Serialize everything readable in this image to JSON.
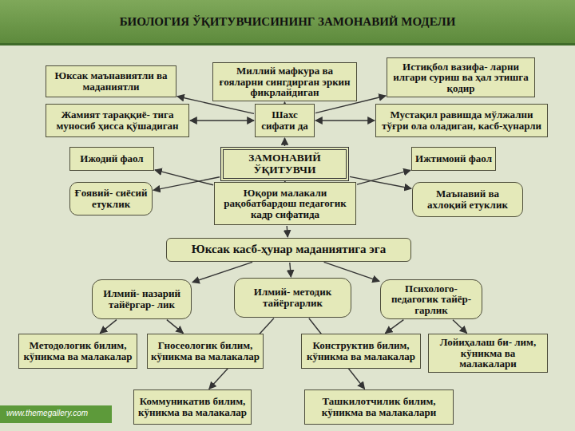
{
  "diagram": {
    "title": "БИОЛОГИЯ ЎҚИТУВЧИСИНИНГ ЗАМОНАВИЙ МОДЕЛИ",
    "nodes": [
      {
        "text": [
          "Юксак маънавиятли ва маданиятли"
        ]
      },
      {
        "text": [
          "Миллий мафкура ва ғояларни сингдирган эркин фикрлайдиган"
        ]
      },
      {
        "text": [
          "Истиқбол вазифа- ларни илгари суриш ва ҳал этишга қодир"
        ]
      },
      {
        "text": [
          "Жамият тараққиё- тига муносиб ҳисса қўшадиган"
        ]
      },
      {
        "text": [
          "Шахс сифати да"
        ]
      },
      {
        "text": [
          "Мустақил равишда мўлжални тўғри ола оладиган, касб-ҳунарли"
        ]
      },
      {
        "text": [
          "Ижодий фаол"
        ]
      },
      {
        "text": [
          "ЗАМОНАВИЙ ЎҚИТУВЧИ"
        ]
      },
      {
        "text": [
          "Ижтимоий фаол"
        ]
      },
      {
        "text": [
          "Ғоявий- сиёсий етуклик"
        ]
      },
      {
        "text": [
          "Юқори малакали рақобатбардош педагогик кадр сифатида"
        ]
      },
      {
        "text": [
          "Маънавий ва ахлоқий етуклик"
        ]
      },
      {
        "text": [
          "Юксак касб-ҳунар маданиятига эга"
        ]
      },
      {
        "text": [
          "Илмий- назарий тайёргар- лик"
        ]
      },
      {
        "text": [
          "Илмий- методик тайёргарлик"
        ]
      },
      {
        "text": [
          "Психолого- педагогик тайёр- гарлик"
        ]
      },
      {
        "text": [
          "Методологик билим, кўникма ва малакалар"
        ]
      },
      {
        "text": [
          "Гносеологик билим, кўникма ва малакалар"
        ]
      },
      {
        "text": [
          "Конструктив билим, кўникма ва малакалар"
        ]
      },
      {
        "text": [
          "Лойиҳалаш би- лим, кўникма ва малакалари"
        ]
      },
      {
        "text": [
          "Коммуникатив билим, кўникма ва малакалар"
        ]
      },
      {
        "text": [
          "Ташкилотчилик билим, кўникма ва малакалари"
        ]
      }
    ],
    "edges": [
      {
        "from": 4,
        "to": 0,
        "arrow": "to"
      },
      {
        "from": 4,
        "to": 1,
        "arrow": "to"
      },
      {
        "from": 4,
        "to": 2,
        "arrow": "to"
      },
      {
        "from": 3,
        "to": 4,
        "arrow": "both"
      },
      {
        "from": 4,
        "to": 5,
        "arrow": "both"
      },
      {
        "from": 7,
        "to": 4,
        "arrow": "to"
      },
      {
        "from": 10,
        "to": 6,
        "arrow": "to"
      },
      {
        "from": 10,
        "to": 8,
        "arrow": "to"
      },
      {
        "from": 7,
        "to": 9,
        "arrow": "to"
      },
      {
        "from": 7,
        "to": 11,
        "arrow": "to"
      },
      {
        "from": 7,
        "to": 10,
        "arrow": "to"
      },
      {
        "from": 10,
        "to": 12,
        "arrow": "to"
      },
      {
        "from": 12,
        "to": 13,
        "arrow": "to"
      },
      {
        "from": 12,
        "to": 14,
        "arrow": "to"
      },
      {
        "from": 12,
        "to": 15,
        "arrow": "to"
      },
      {
        "from": 13,
        "to": 16,
        "arrow": "to"
      },
      {
        "from": 13,
        "to": 17,
        "arrow": "to"
      },
      {
        "from": 15,
        "to": 18,
        "arrow": "to"
      },
      {
        "from": 15,
        "to": 19,
        "arrow": "to"
      },
      {
        "from": 14,
        "to": 20,
        "arrow": "to"
      },
      {
        "from": 14,
        "to": 21,
        "arrow": "to"
      }
    ],
    "labels": [
      "www.themegallery.com"
    ]
  }
}
